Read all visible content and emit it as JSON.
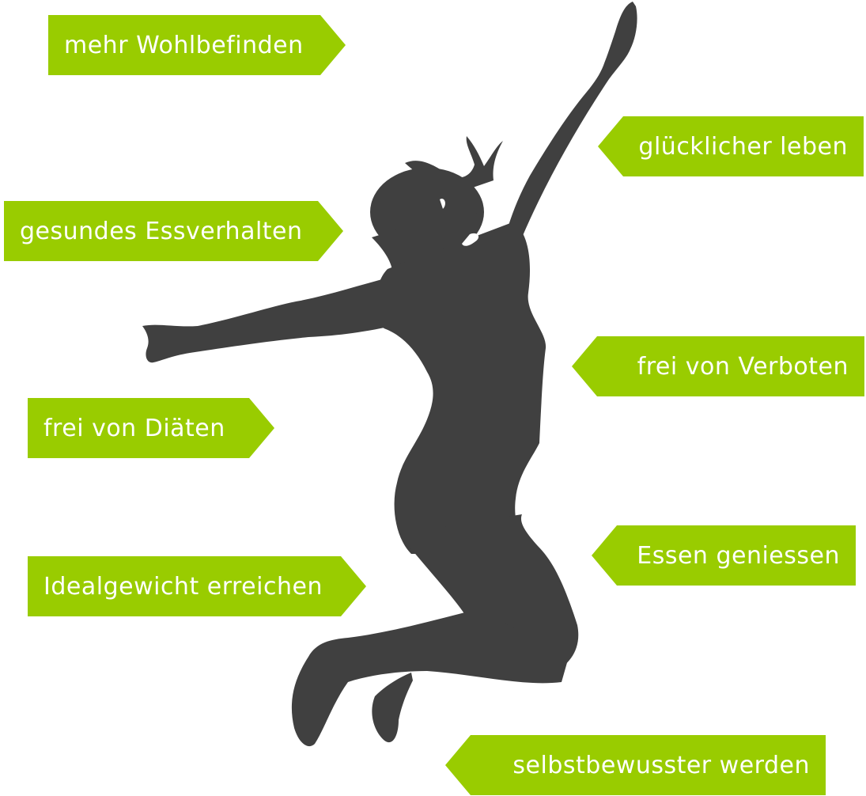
{
  "colors": {
    "tag_fill": "#99cc00",
    "tag_text": "#ffffff",
    "silhouette": "#404040",
    "background": "#ffffff"
  },
  "figure": {
    "icon": "jumping-woman-silhouette"
  },
  "tags": {
    "wohlbefinden": "mehr Wohlbefinden",
    "gluecklich": "glücklicher leben",
    "essverhalten": "gesundes Essverhalten",
    "verbote": "frei von Verboten",
    "diaeten": "frei von Diäten",
    "geniessen": "Essen geniessen",
    "idealgewicht": "Idealgewicht erreichen",
    "selbstbewusst": "selbstbewusster werden"
  }
}
